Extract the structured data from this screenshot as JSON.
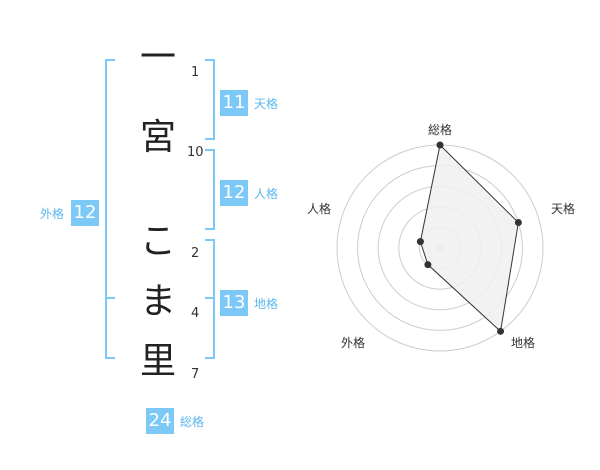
{
  "name": {
    "characters": [
      {
        "char": "一",
        "strokes": "1"
      },
      {
        "char": "宮",
        "strokes": "10"
      },
      {
        "char": "こ",
        "strokes": "2"
      },
      {
        "char": "ま",
        "strokes": "4"
      },
      {
        "char": "里",
        "strokes": "7"
      }
    ]
  },
  "fortune": {
    "tenkaku": {
      "value": "11",
      "label": "天格"
    },
    "jinkaku": {
      "value": "12",
      "label": "人格"
    },
    "chikaku": {
      "value": "13",
      "label": "地格"
    },
    "gaikaku": {
      "value": "12",
      "label": "外格"
    },
    "soukaku": {
      "value": "24",
      "label": "総格"
    }
  },
  "colors": {
    "accent": "#7cc8f7",
    "bracket": "#7cc8f7",
    "radar_fill": "#f0f0f0",
    "ring": "#cccccc"
  },
  "chart_data": {
    "type": "radar",
    "axes": [
      "総格",
      "天格",
      "地格",
      "外格",
      "人格"
    ],
    "values": [
      5,
      4,
      5,
      1,
      1
    ],
    "max": 5,
    "rings": 5
  }
}
